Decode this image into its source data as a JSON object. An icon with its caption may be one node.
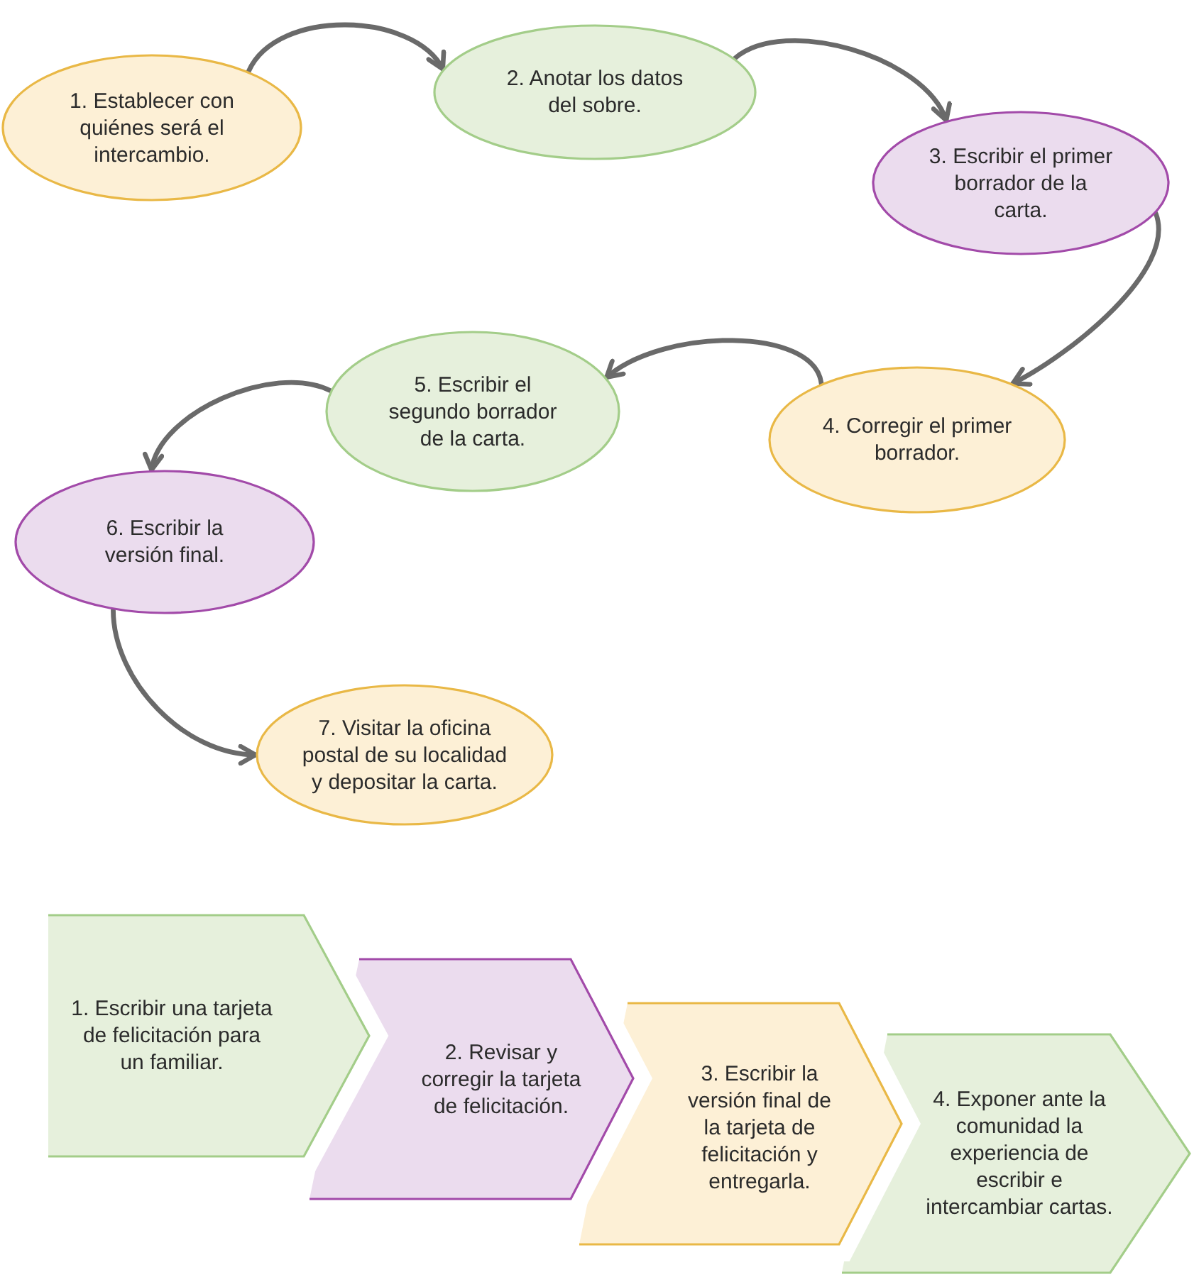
{
  "diagram": {
    "nodes": [
      {
        "text": [
          "1. Establecer con quiénes será el intercambio."
        ]
      },
      {
        "text": [
          "2. Anotar los datos del sobre."
        ]
      },
      {
        "text": [
          "3. Escribir el primer borrador de la carta."
        ]
      },
      {
        "text": [
          "4. Corregir el primer borrador."
        ]
      },
      {
        "text": [
          "5. Escribir el segundo borrador de la carta."
        ]
      },
      {
        "text": [
          "6. Escribir la versión final."
        ]
      },
      {
        "text": [
          "7. Visitar la oficina postal de su localidad y depositar la carta."
        ]
      },
      {
        "text": [
          "1. Escribir una tarjeta de felicitación para un familiar."
        ]
      },
      {
        "text": [
          "2. Revisar y corregir la tarjeta de felicitación."
        ]
      },
      {
        "text": [
          "3. Escribir la versión final de la tarjeta de felicitación y entregarla."
        ]
      },
      {
        "text": [
          "4. Exponer ante la comunidad la experiencia de escribir e intercambiar cartas."
        ]
      }
    ],
    "edges": [
      {
        "from": 0,
        "to": 1,
        "arrow": "to"
      },
      {
        "from": 1,
        "to": 2,
        "arrow": "to"
      },
      {
        "from": 2,
        "to": 3,
        "arrow": "to"
      },
      {
        "from": 3,
        "to": 4,
        "arrow": "to"
      },
      {
        "from": 4,
        "to": 5,
        "arrow": "to"
      },
      {
        "from": 5,
        "to": 6,
        "arrow": "to"
      }
    ]
  }
}
